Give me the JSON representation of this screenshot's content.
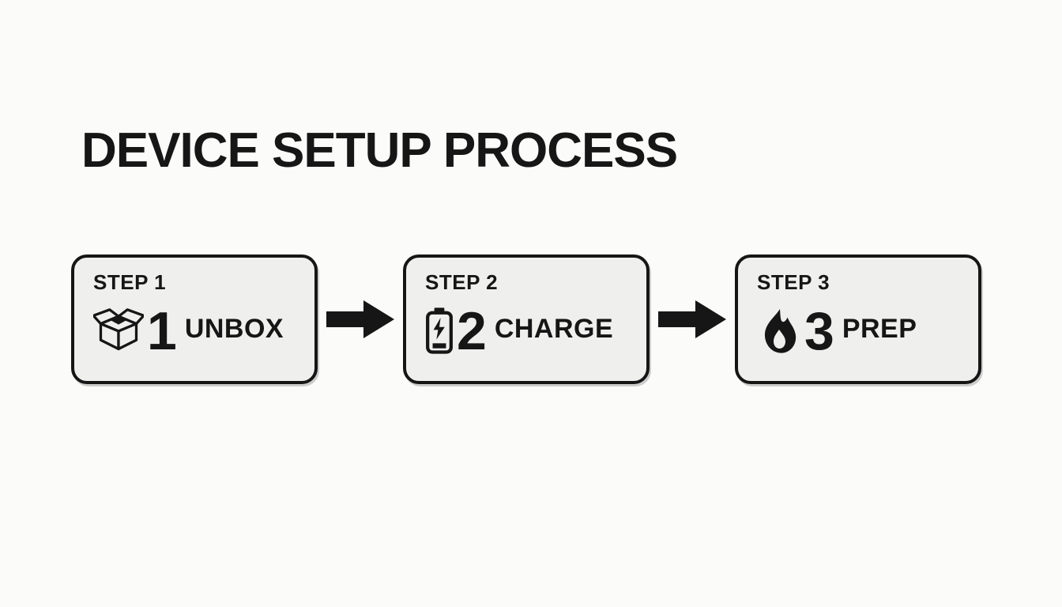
{
  "title": "DEVICE SETUP PROCESS",
  "colors": {
    "ink": "#161616",
    "card_fill": "#efefee",
    "page_bg": "#fbfbfa"
  },
  "steps": [
    {
      "step_label": "STEP 1",
      "number": "1",
      "name": "UNBOX",
      "icon": "open-box-icon"
    },
    {
      "step_label": "STEP 2",
      "number": "2",
      "name": "CHARGE",
      "icon": "battery-charging-icon"
    },
    {
      "step_label": "STEP 3",
      "number": "3",
      "name": "PREP",
      "icon": "flame-icon"
    }
  ],
  "connectors": [
    {
      "icon": "arrow-right-icon"
    },
    {
      "icon": "arrow-right-icon"
    }
  ]
}
